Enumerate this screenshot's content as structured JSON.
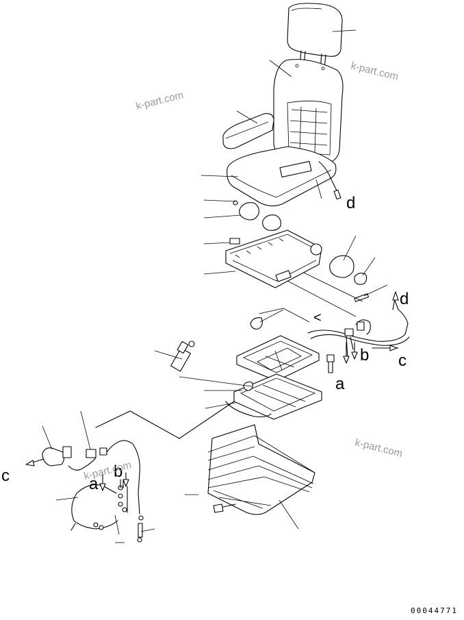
{
  "labels": {
    "d_top": "d",
    "d_right": "d",
    "c_right": "c",
    "b_right": "b",
    "a_mid": "a",
    "c_left": "c",
    "a_left": "a",
    "b_left": "b",
    "lt": "<"
  },
  "watermarks": [
    "k-part.com",
    "k-part.com",
    "k-part.com",
    "k-part.com"
  ],
  "drawing_code": "00044771"
}
